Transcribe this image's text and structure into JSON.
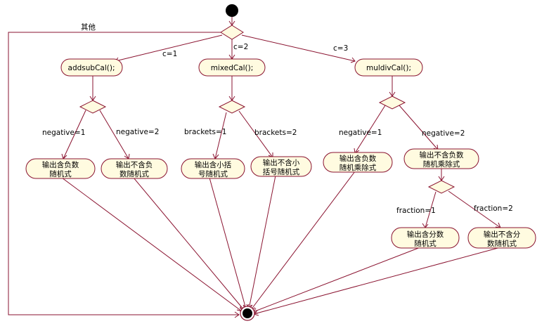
{
  "colors": {
    "line": "#8a1330",
    "node_fill": "#fffbe0",
    "start_end": "#000000"
  },
  "labels": {
    "other": "其他",
    "c1": "c=1",
    "c2": "c=2",
    "c3": "c=3",
    "neg1_a": "negative=1",
    "neg2_a": "negative=2",
    "br1": "brackets=1",
    "br2": "brackets=2",
    "neg1_b": "negative=1",
    "neg2_b": "negative=2",
    "fr1": "fraction=1",
    "fr2": "fraction=2"
  },
  "nodes": {
    "addsub": "addsubCal();",
    "mixed": "mixedCal();",
    "muldiv": "muldivCal();",
    "out_a1": [
      "输出含负数",
      "随机式"
    ],
    "out_a2": [
      "输出不含负",
      "数随机式"
    ],
    "out_b1": [
      "输出含小括",
      "号随机式"
    ],
    "out_b2": [
      "输出不含小",
      "括号随机式"
    ],
    "out_c1": [
      "输出含负数",
      "随机乘除式"
    ],
    "out_c2": [
      "输出不含负数",
      "随机乘除式"
    ],
    "out_d1": [
      "输出含分数",
      "随机式"
    ],
    "out_d2": [
      "输出不含分",
      "数随机式"
    ]
  }
}
